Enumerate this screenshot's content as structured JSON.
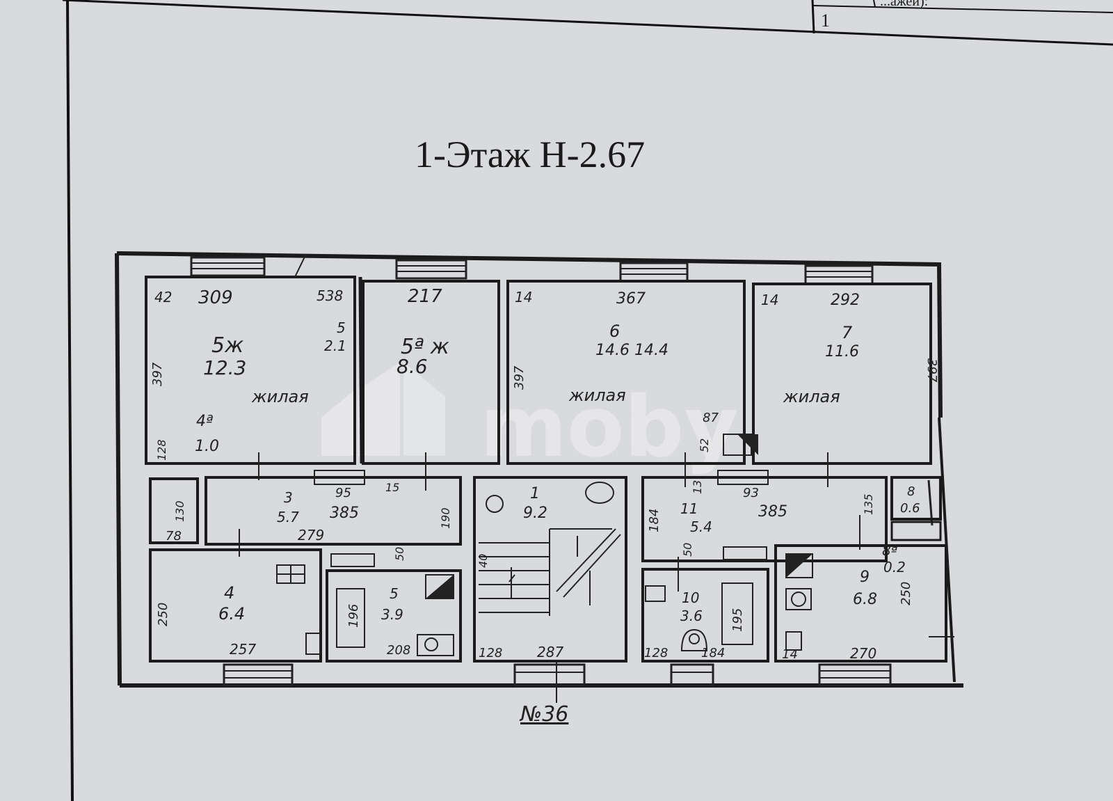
{
  "title_block": {
    "cell_caption": "...ажей):",
    "cell_value": "1"
  },
  "floor_title": "1-Этаж Н-2.67",
  "building_number": "№36",
  "watermark": {
    "brand": "moby"
  },
  "rooms": {
    "r5": {
      "number": "5ж",
      "area": "12.3",
      "purpose": "жилая",
      "w_left": "42",
      "width": "309",
      "w_right": "538",
      "height": "397"
    },
    "r5b": {
      "number": "5",
      "area": "2.1"
    },
    "r4a": {
      "number": "4ª",
      "area": "1.0",
      "dim": "128"
    },
    "r5a": {
      "number": "5ª ж",
      "area": "8.6",
      "width": "217"
    },
    "r6": {
      "number": "6",
      "area": "14.6  14.4",
      "purpose": "жилая",
      "w_left": "14",
      "width": "367",
      "height": "397",
      "dim_a": "87",
      "dim_b": "52"
    },
    "r7": {
      "number": "7",
      "area": "11.6",
      "purpose": "жилая",
      "w_left": "14",
      "width": "292",
      "height": "397"
    },
    "r_small": {
      "dim_a": "130",
      "dim_b": "78"
    },
    "r3": {
      "number": "3",
      "area": "5.7",
      "length": "385",
      "width": "279",
      "dim_a": "95",
      "dim_b": "15",
      "dim_c": "190",
      "dim_d": "50"
    },
    "r4": {
      "number": "4",
      "area": "6.4",
      "height": "250",
      "width": "257"
    },
    "r5bath": {
      "number": "5",
      "area": "3.9",
      "dim_a": "196",
      "width": "208"
    },
    "r1": {
      "number": "1",
      "area": "9.2",
      "w_left": "128",
      "width": "287",
      "dim_a": "40"
    },
    "r11": {
      "number": "11",
      "area": "5.4",
      "length": "385",
      "dim_a": "184",
      "dim_b": "13",
      "dim_c": "93",
      "dim_d": "135",
      "dim_e": "50"
    },
    "r8": {
      "number": "8",
      "area": "0.6"
    },
    "r8a": {
      "number": "8ª",
      "area": "0.2"
    },
    "r9": {
      "number": "9",
      "area": "6.8",
      "w_left": "14",
      "width": "270",
      "height": "250"
    },
    "r10": {
      "number": "10",
      "area": "3.6",
      "w_left": "128",
      "width": "184",
      "dim_a": "195"
    }
  }
}
